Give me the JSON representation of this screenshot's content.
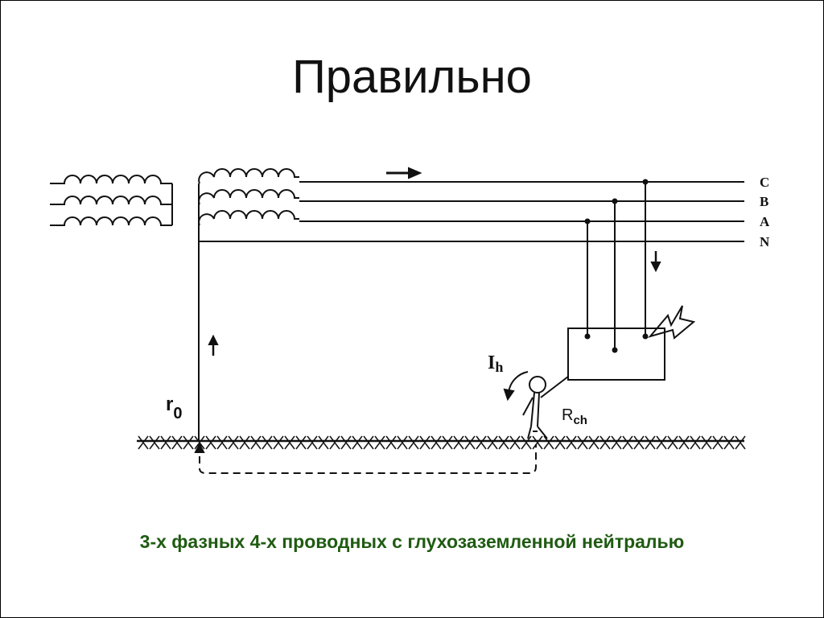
{
  "slide": {
    "title": "Правильно",
    "caption": "3-х фазных 4-х проводных с глухозаземленной нейтралью"
  },
  "diagram": {
    "phase_labels": [
      "C",
      "B",
      "A",
      "N"
    ],
    "ground_resistance_label": "r",
    "ground_resistance_sub": "0",
    "current_label": "I",
    "current_sub": "h",
    "body_resistance_label": "R",
    "body_resistance_sub": "ch"
  },
  "colors": {
    "caption": "#1f5b12",
    "ink": "#111111"
  }
}
